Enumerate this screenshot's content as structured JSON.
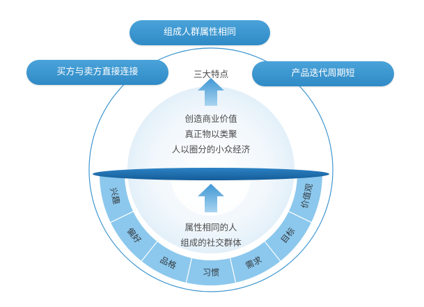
{
  "pills": {
    "top": "组成人群属性相同",
    "left": "买方与卖方直接连接",
    "right": "产品迭代周期短"
  },
  "upper": {
    "title": "三大特点",
    "lines": [
      "创造商业价值",
      "真正物以类聚",
      "人以圈分的小众经济"
    ]
  },
  "lower": {
    "lines": [
      "属性相同的人",
      "组成的社交群体"
    ]
  },
  "ring_segments": [
    "兴趣",
    "偏好",
    "品格",
    "习惯",
    "需求",
    "目标",
    "价值观"
  ],
  "colors": {
    "accent": "#3491cd",
    "ring": "#8cc8ed",
    "ellipse": "#1f6fae",
    "arrow": "#5aa9dc"
  }
}
